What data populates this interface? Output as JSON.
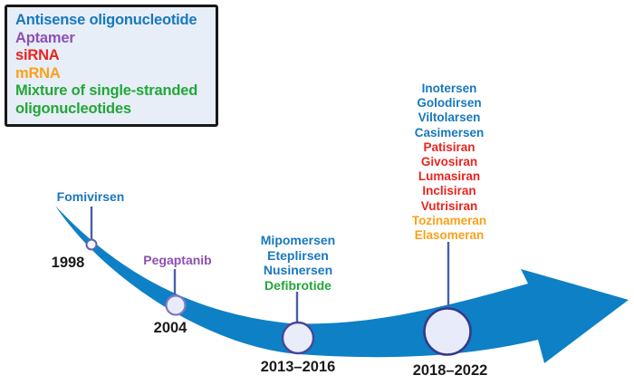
{
  "legend": {
    "items": [
      {
        "label": "Antisense oligonucleotide",
        "color": "#1878be"
      },
      {
        "label": "Aptamer",
        "color": "#8d50b4"
      },
      {
        "label": "siRNA",
        "color": "#e8251f"
      },
      {
        "label": "mRNA",
        "color": "#f9a11b"
      },
      {
        "label": "Mixture of single-stranded oligonucleotides",
        "color": "#23a638"
      }
    ]
  },
  "timeline": {
    "arrow_color": "#0e80c6",
    "connector_color": "#4a5fa8",
    "milestones": [
      {
        "year": "1998",
        "drugs": [
          {
            "name": "Fomivirsen",
            "color": "#1878be"
          }
        ],
        "marker": {
          "fill": "#f2f5fd",
          "stroke": "#5c63ae"
        }
      },
      {
        "year": "2004",
        "drugs": [
          {
            "name": "Pegaptanib",
            "color": "#8d50b4"
          }
        ],
        "marker": {
          "fill": "#e8ecfa",
          "stroke": "#8278bd"
        }
      },
      {
        "year": "2013–2016",
        "drugs": [
          {
            "name": "Mipomersen",
            "color": "#1878be"
          },
          {
            "name": "Eteplirsen",
            "color": "#1878be"
          },
          {
            "name": "Nusinersen",
            "color": "#1878be"
          },
          {
            "name": "Defibrotide",
            "color": "#23a638"
          }
        ],
        "marker": {
          "fill": "#e9edfa",
          "stroke": "#4b4596"
        }
      },
      {
        "year": "2018–2022",
        "drugs": [
          {
            "name": "Inotersen",
            "color": "#1878be"
          },
          {
            "name": "Golodirsen",
            "color": "#1878be"
          },
          {
            "name": "Viltolarsen",
            "color": "#1878be"
          },
          {
            "name": "Casimersen",
            "color": "#1878be"
          },
          {
            "name": "Patisiran",
            "color": "#e8251f"
          },
          {
            "name": "Givosiran",
            "color": "#e8251f"
          },
          {
            "name": "Lumasiran",
            "color": "#e8251f"
          },
          {
            "name": "Inclisiran",
            "color": "#e8251f"
          },
          {
            "name": "Vutrisiran",
            "color": "#e8251f"
          },
          {
            "name": "Tozinameran",
            "color": "#f9a11b"
          },
          {
            "name": "Elasomeran",
            "color": "#f9a11b"
          }
        ],
        "marker": {
          "fill": "#e8ecfa",
          "stroke": "#35398c"
        }
      }
    ]
  }
}
